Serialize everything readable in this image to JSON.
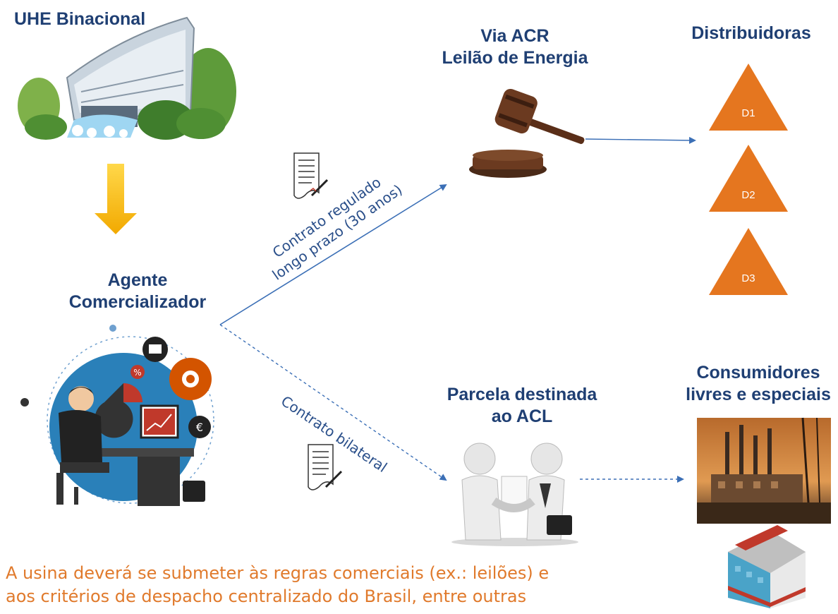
{
  "nodes": {
    "uhe": {
      "title": "UHE Binacional"
    },
    "acr": {
      "title_line1": "Via ACR",
      "title_line2": "Leilão de Energia"
    },
    "distribuidoras": {
      "title": "Distribuidoras",
      "items": [
        "D1",
        "D2",
        "D3"
      ]
    },
    "agente": {
      "title_line1": "Agente",
      "title_line2": "Comercializador"
    },
    "acl": {
      "title_line1": "Parcela destinada",
      "title_line2": "ao ACL"
    },
    "consumidores": {
      "title_line1": "Consumidores",
      "title_line2": "livres e especiais"
    }
  },
  "edges": {
    "regulado": {
      "label_line1": "Contrato regulado",
      "label_line2": "longo prazo (30 anos)"
    },
    "bilateral": {
      "label": "Contrato bilateral"
    }
  },
  "footer": {
    "line1": "A usina deverá se submeter às regras comerciais (ex.: leilões) e",
    "line2": "aos critérios de despacho centralizado do Brasil, entre outras"
  },
  "colors": {
    "title": "#1f3f73",
    "arrow": "#3b6fb6",
    "triangle": "#e5761f",
    "footer": "#e07a2c",
    "down_arrow": "#f2b705"
  }
}
